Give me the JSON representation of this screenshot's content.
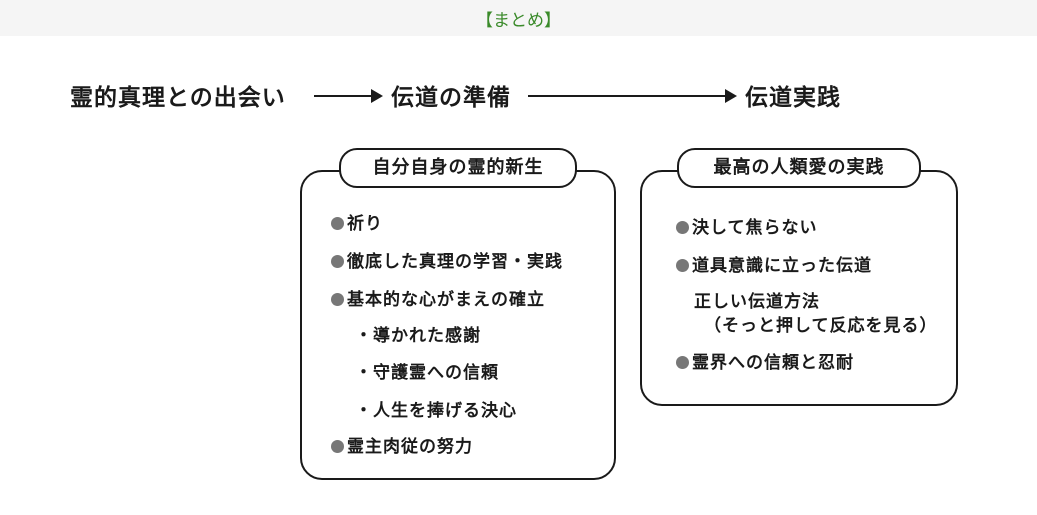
{
  "header": {
    "title": "【まとめ】"
  },
  "flow": {
    "step1": "霊的真理との出会い",
    "step2": "伝道の準備",
    "step3": "伝道実践"
  },
  "left_box": {
    "title": "自分自身の霊的新生",
    "items": [
      "祈り",
      "徹底した真理の学習・実践",
      "基本的な心がまえの確立",
      "・導かれた感謝",
      "・守護霊への信頼",
      "・人生を捧げる決心",
      "霊主肉従の努力"
    ]
  },
  "right_box": {
    "title": "最高の人類愛の実践",
    "items": [
      "決して焦らない",
      "道具意識に立った伝道",
      "正しい伝道方法",
      "（そっと押して反応を見る）",
      "霊界への信頼と忍耐"
    ]
  },
  "colors": {
    "header_text": "#3a8a2a",
    "header_bg": "#f5f5f5",
    "bullet": "#777777"
  }
}
